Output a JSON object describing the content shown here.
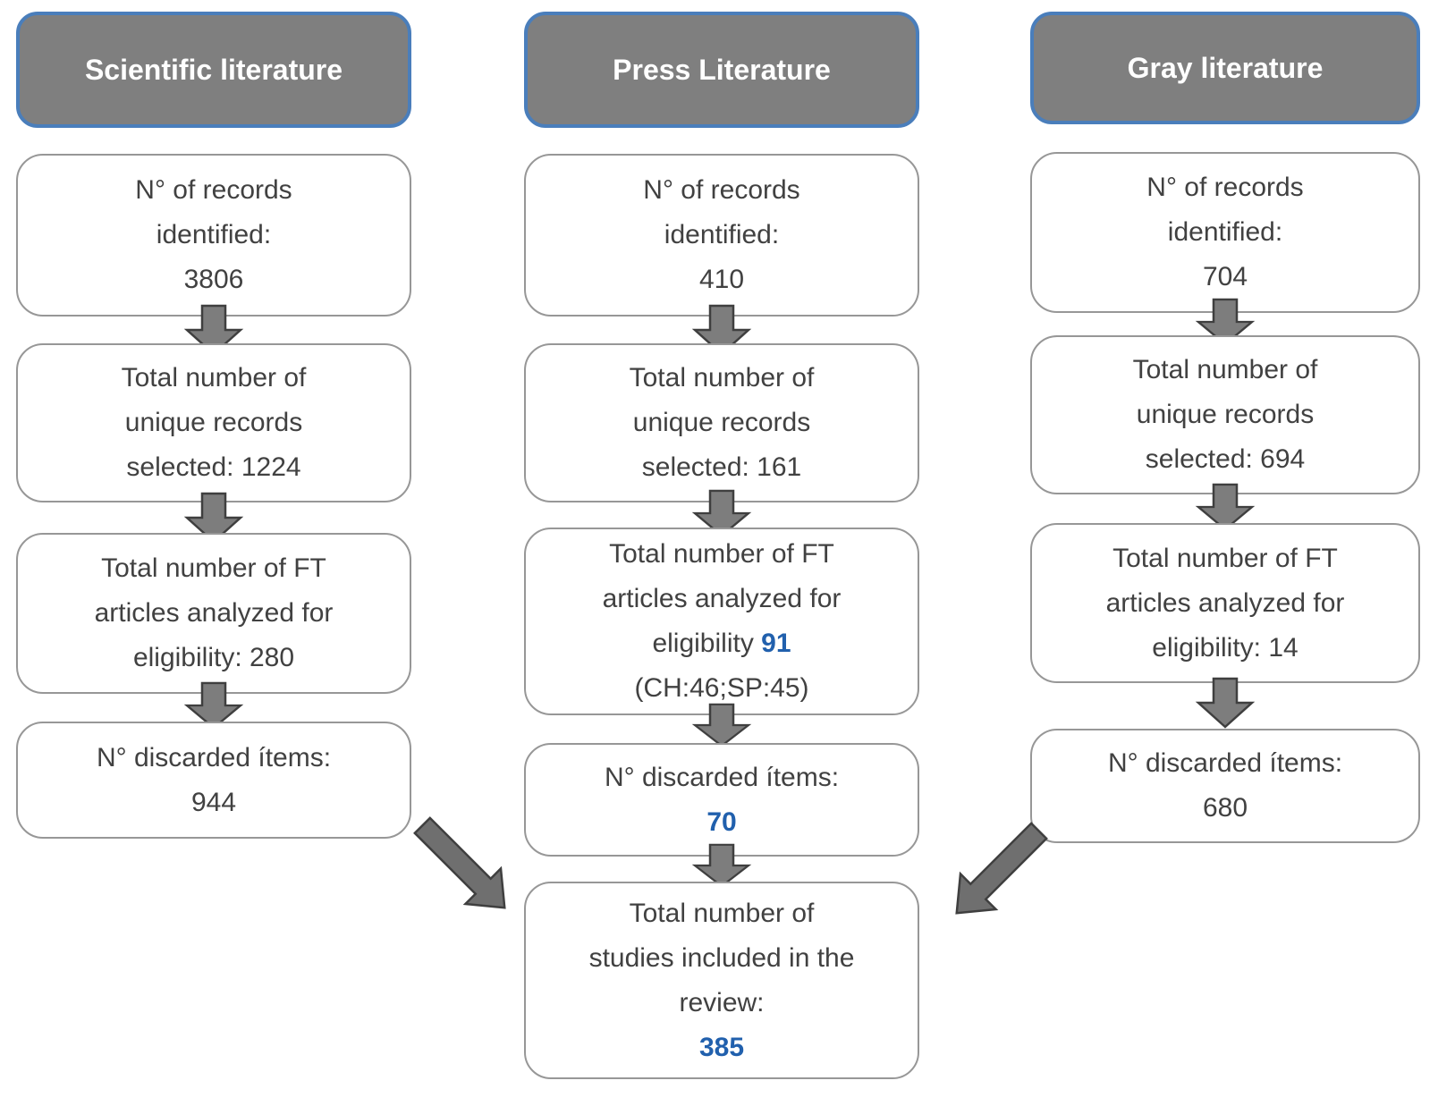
{
  "columns": [
    {
      "header": "Scientific literature",
      "boxes": [
        {
          "lines": [
            "N° of records",
            "identified:",
            "3806"
          ]
        },
        {
          "lines": [
            "Total number of",
            "unique records",
            "selected: 1224"
          ]
        },
        {
          "lines": [
            "Total number of FT",
            "articles analyzed for",
            "eligibility: 280"
          ]
        },
        {
          "lines": [
            "N° discarded ítems:",
            "944"
          ]
        }
      ]
    },
    {
      "header": "Press Literature",
      "boxes": [
        {
          "lines": [
            "N° of records",
            "identified:",
            "410"
          ]
        },
        {
          "lines": [
            "Total number of",
            "unique records",
            "selected: 161"
          ]
        },
        {
          "lines": [
            "Total number of FT",
            "articles analyzed for"
          ],
          "inline_text": "eligibility",
          "inline_value": "91",
          "sub_line": "(CH:46;SP:45)"
        },
        {
          "lines": [
            "N° discarded ítems:"
          ],
          "value": "70"
        }
      ]
    },
    {
      "header": "Gray literature",
      "boxes": [
        {
          "lines": [
            "N° of records",
            "identified:",
            "704"
          ]
        },
        {
          "lines": [
            "Total number of",
            "unique records",
            "selected: 694"
          ]
        },
        {
          "lines": [
            "Total number of FT",
            "articles analyzed for",
            "eligibility: 14"
          ]
        },
        {
          "lines": [
            "N° discarded ítems:",
            "680"
          ]
        }
      ]
    }
  ],
  "final_box": {
    "lines": [
      "Total number of",
      "studies included in the",
      "review:"
    ],
    "value": "385"
  },
  "colors": {
    "header_fill": "#7f7f7f",
    "header_border": "#4a7ebb",
    "header_text": "#ffffff",
    "box_fill": "#ffffff",
    "box_border": "#979797",
    "body_text": "#414141",
    "highlight_number": "#2160ad",
    "arrow_fill": "#7d7d7d",
    "arrow_outline": "#3f3f3f"
  }
}
